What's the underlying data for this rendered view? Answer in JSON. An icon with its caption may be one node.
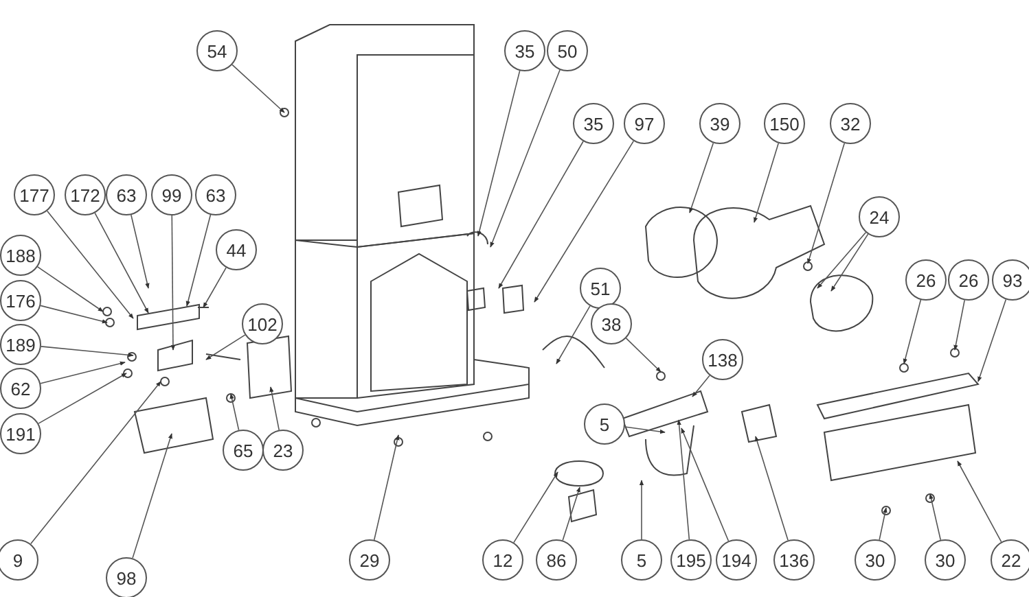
{
  "diagram": {
    "nodes": [
      {
        "text": [
          "54"
        ]
      },
      {
        "text": [
          "177"
        ]
      },
      {
        "text": [
          "172"
        ]
      },
      {
        "text": [
          "63"
        ]
      },
      {
        "text": [
          "99"
        ]
      },
      {
        "text": [
          "63"
        ]
      },
      {
        "text": [
          "188"
        ]
      },
      {
        "text": [
          "44"
        ]
      },
      {
        "text": [
          "176"
        ]
      },
      {
        "text": [
          "102"
        ]
      },
      {
        "text": [
          "189"
        ]
      },
      {
        "text": [
          "62"
        ]
      },
      {
        "text": [
          "191"
        ]
      },
      {
        "text": [
          "9"
        ]
      },
      {
        "text": [
          "98"
        ]
      },
      {
        "text": [
          "65"
        ]
      },
      {
        "text": [
          "23"
        ]
      },
      {
        "text": [
          "29"
        ]
      },
      {
        "text": [
          "35"
        ]
      },
      {
        "text": [
          "50"
        ]
      },
      {
        "text": [
          "35"
        ]
      },
      {
        "text": [
          "97"
        ]
      },
      {
        "text": [
          "51"
        ]
      },
      {
        "text": [
          "39"
        ]
      },
      {
        "text": [
          "150"
        ]
      },
      {
        "text": [
          "32"
        ]
      },
      {
        "text": [
          "24"
        ]
      },
      {
        "text": [
          "26"
        ]
      },
      {
        "text": [
          "26"
        ]
      },
      {
        "text": [
          "93"
        ]
      },
      {
        "text": [
          "38"
        ]
      },
      {
        "text": [
          "138"
        ]
      },
      {
        "text": [
          "5"
        ]
      },
      {
        "text": [
          "136"
        ]
      },
      {
        "text": [
          "12"
        ]
      },
      {
        "text": [
          "86"
        ]
      },
      {
        "text": [
          "5"
        ]
      },
      {
        "text": [
          "195"
        ]
      },
      {
        "text": [
          "194"
        ]
      },
      {
        "text": [
          "22"
        ]
      },
      {
        "text": [
          "30"
        ]
      },
      {
        "text": [
          "30"
        ]
      }
    ],
    "edges": [
      {
        "from": 0,
        "to": null,
        "arrow": "to"
      },
      {
        "from": 1,
        "to": null,
        "arrow": "to"
      },
      {
        "from": 2,
        "to": null,
        "arrow": "to"
      },
      {
        "from": 3,
        "to": null,
        "arrow": "to"
      },
      {
        "from": 4,
        "to": null,
        "arrow": "to"
      },
      {
        "from": 5,
        "to": null,
        "arrow": "to"
      },
      {
        "from": 6,
        "to": null,
        "arrow": "to"
      },
      {
        "from": 7,
        "to": null,
        "arrow": "to"
      },
      {
        "from": 8,
        "to": null,
        "arrow": "to"
      },
      {
        "from": 9,
        "to": null,
        "arrow": "to"
      },
      {
        "from": 10,
        "to": null,
        "arrow": "to"
      },
      {
        "from": 11,
        "to": null,
        "arrow": "to"
      },
      {
        "from": 12,
        "to": null,
        "arrow": "to"
      },
      {
        "from": 13,
        "to": null,
        "arrow": "to"
      },
      {
        "from": 14,
        "to": null,
        "arrow": "to"
      },
      {
        "from": 15,
        "to": null,
        "arrow": "to"
      },
      {
        "from": 16,
        "to": null,
        "arrow": "to"
      },
      {
        "from": 17,
        "to": null,
        "arrow": "to"
      },
      {
        "from": 18,
        "to": null,
        "arrow": "to"
      },
      {
        "from": 19,
        "to": null,
        "arrow": "to"
      },
      {
        "from": 20,
        "to": null,
        "arrow": "to"
      },
      {
        "from": 21,
        "to": null,
        "arrow": "to"
      },
      {
        "from": 22,
        "to": null,
        "arrow": "to"
      },
      {
        "from": 23,
        "to": null,
        "arrow": "to"
      },
      {
        "from": 24,
        "to": null,
        "arrow": "to"
      },
      {
        "from": 25,
        "to": null,
        "arrow": "to"
      },
      {
        "from": 26,
        "to": null,
        "arrow": "to"
      },
      {
        "from": 26,
        "to": null,
        "arrow": "to"
      },
      {
        "from": 27,
        "to": null,
        "arrow": "to"
      },
      {
        "from": 28,
        "to": null,
        "arrow": "to"
      },
      {
        "from": 29,
        "to": null,
        "arrow": "to"
      },
      {
        "from": 30,
        "to": null,
        "arrow": "to"
      },
      {
        "from": 31,
        "to": null,
        "arrow": "to"
      },
      {
        "from": 32,
        "to": null,
        "arrow": "to"
      },
      {
        "from": 33,
        "to": null,
        "arrow": "to"
      },
      {
        "from": 34,
        "to": null,
        "arrow": "to"
      },
      {
        "from": 35,
        "to": null,
        "arrow": "to"
      },
      {
        "from": 36,
        "to": null,
        "arrow": "to"
      },
      {
        "from": 37,
        "to": null,
        "arrow": "to"
      },
      {
        "from": 38,
        "to": null,
        "arrow": "to"
      },
      {
        "from": 39,
        "to": null,
        "arrow": "to"
      },
      {
        "from": 40,
        "to": null,
        "arrow": "to"
      },
      {
        "from": 41,
        "to": null,
        "arrow": "to"
      }
    ]
  }
}
